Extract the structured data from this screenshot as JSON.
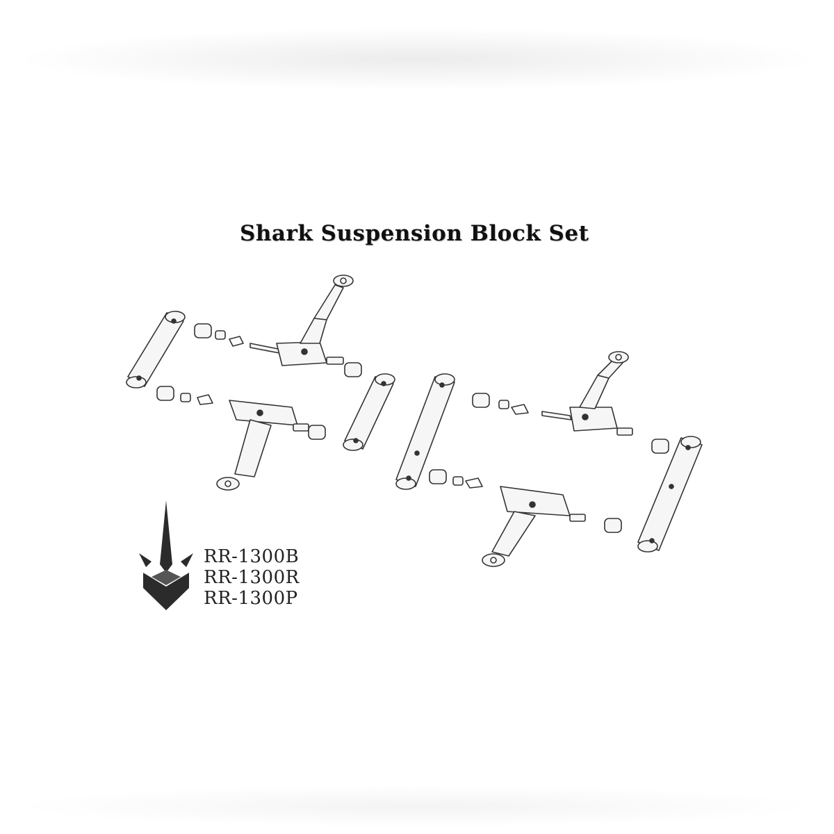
{
  "title": "Shark Suspension Block Set",
  "part_numbers": [
    "RR-1300B",
    "RR-1300R",
    "RR-1300P"
  ],
  "logo": {
    "icon": "shark-fin-logo-icon",
    "color": "#2b2b2b"
  },
  "colors": {
    "background": "#ffffff",
    "line": "#333333",
    "part_fill": "#f6f6f6"
  }
}
